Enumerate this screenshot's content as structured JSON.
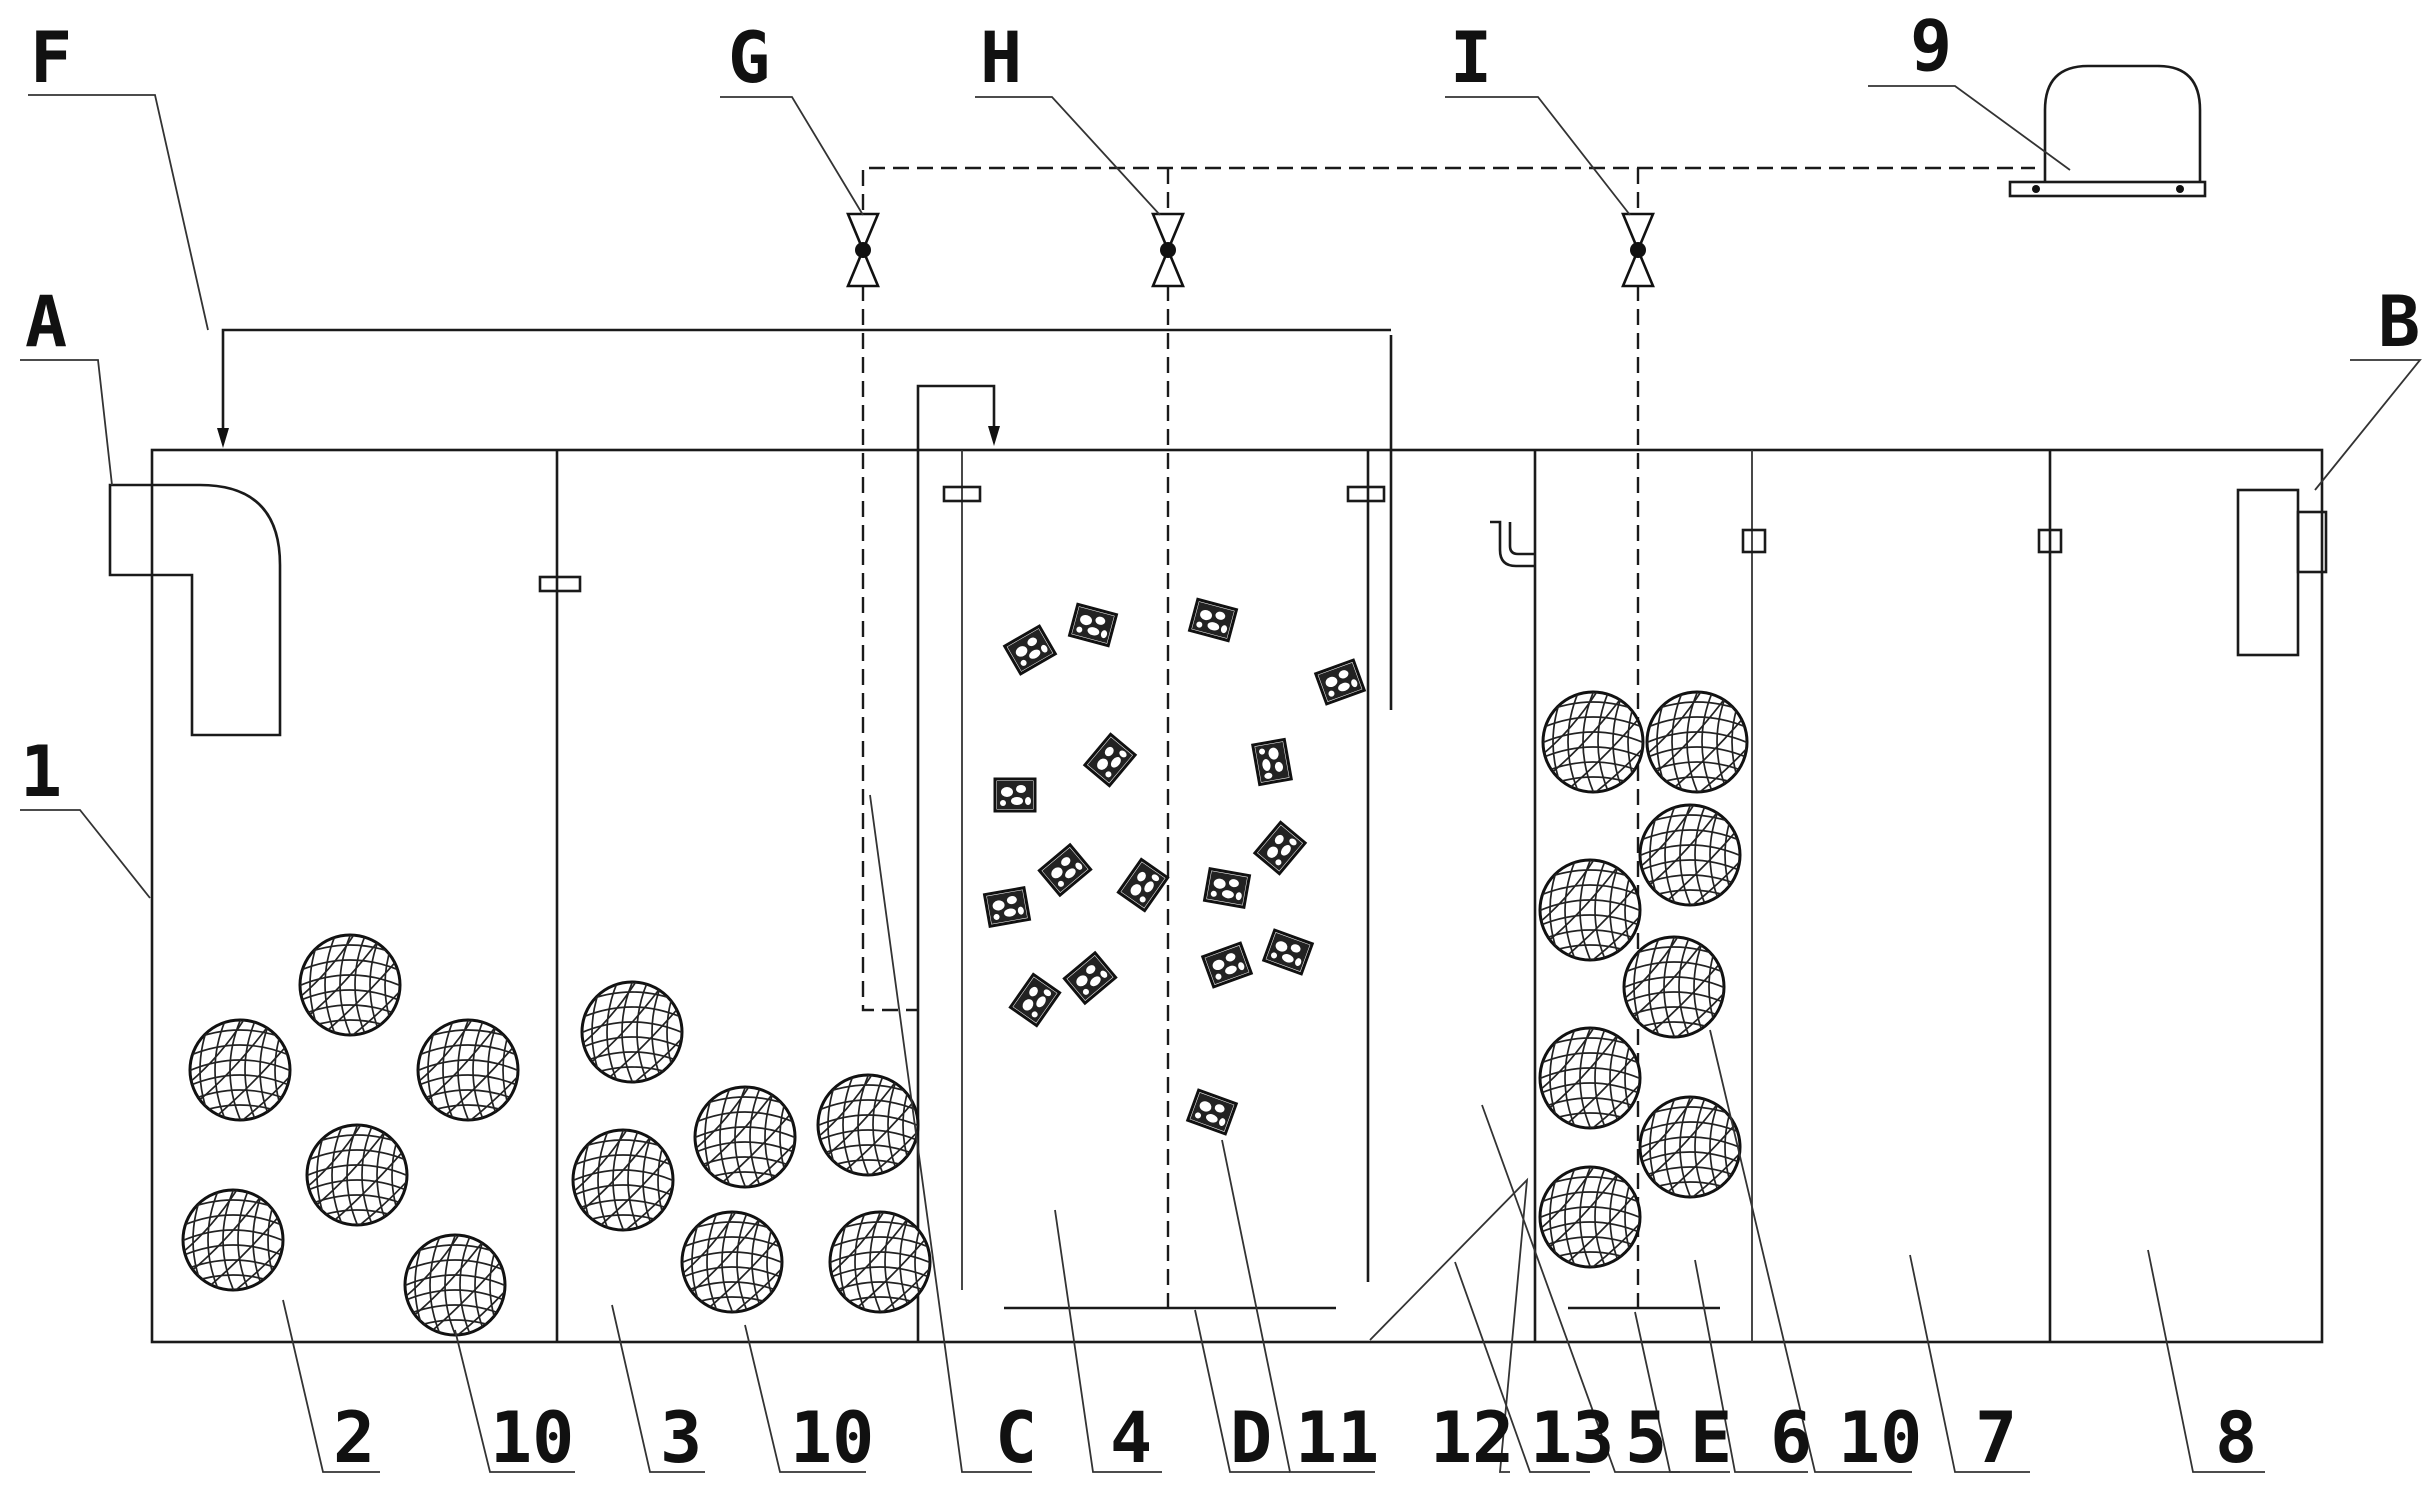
{
  "labels": {
    "A": "A",
    "B": "B",
    "C": "C",
    "D": "D",
    "E": "E",
    "F": "F",
    "G": "G",
    "H": "H",
    "I": "I",
    "n1": "1",
    "n2": "2",
    "n3": "3",
    "n4": "4",
    "n5": "5",
    "n6": "6",
    "n7": "7",
    "n8": "8",
    "n9": "9",
    "n10a": "10",
    "n10b": "10",
    "n10c": "10",
    "n11": "11",
    "n12": "12",
    "n13": "13"
  },
  "colors": {
    "line": "#1a1a1a",
    "background": "#ffffff"
  }
}
